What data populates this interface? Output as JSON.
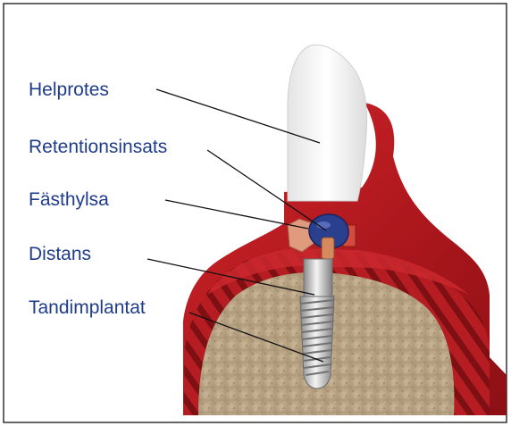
{
  "labels": {
    "helprotes": "Helprotes",
    "retentionsinsats": "Retentionsinsats",
    "fasthylsa": "Fästhylsa",
    "distans": "Distans",
    "tandimplantat": "Tandimplantat"
  },
  "colors": {
    "label_text": "#1f3c8a",
    "gum": "#b81c22",
    "bone": "#bda98a",
    "prosthesis": "#f2f2f2",
    "implant": "#c9c9c9",
    "retention_insert": "#2a3f8f",
    "sleeve": "#d9886a"
  }
}
